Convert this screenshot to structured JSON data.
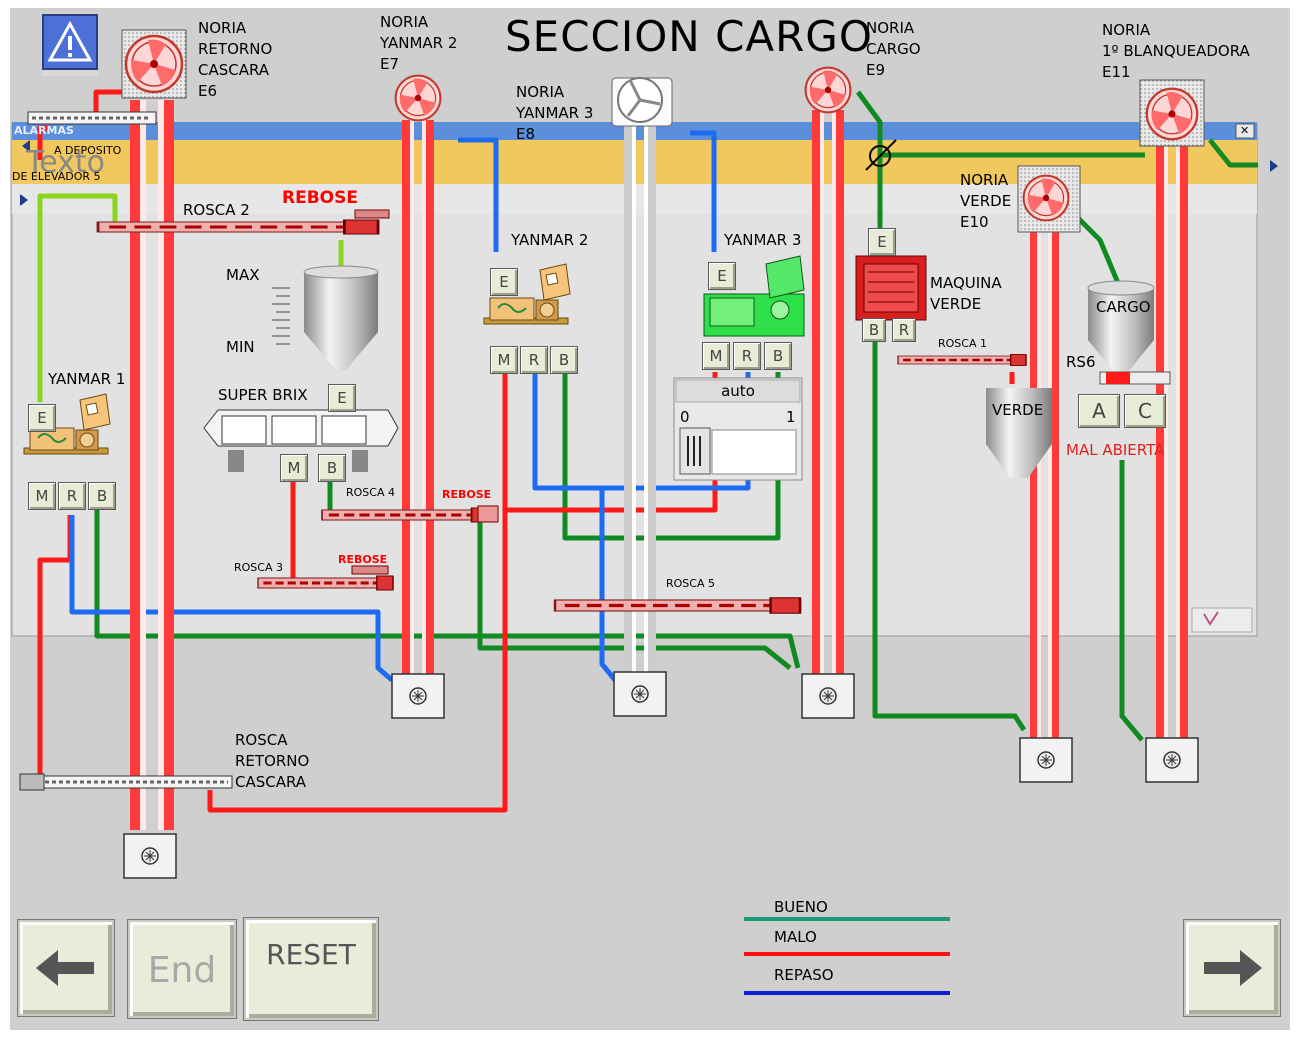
{
  "title": "SECCION CARGO",
  "norias": {
    "e6": [
      "NORIA",
      "RETORNO",
      "CASCARA",
      "E6"
    ],
    "e7": [
      "NORIA",
      "YANMAR 2",
      "E7"
    ],
    "e8": [
      "NORIA",
      "YANMAR 3",
      "E8"
    ],
    "e9": [
      "NORIA",
      "CARGO",
      "E9"
    ],
    "e11": [
      "NORIA",
      "1º BLANQUEADORA",
      "E11"
    ],
    "e10": [
      "NORIA",
      "VERDE",
      "E10"
    ]
  },
  "alarm_window": {
    "title": "ALARMAS",
    "row1_text": "A DEPOSITO",
    "overlay_text": "Texto",
    "row2_text": "DE ELEVADOR 5",
    "close_label": "✕"
  },
  "labels": {
    "rosca2": "ROSCA 2",
    "rebose_big": "REBOSE",
    "max": "MAX",
    "min": "MIN",
    "yanmar1": "YANMAR 1",
    "yanmar2": "YANMAR 2",
    "yanmar3": "YANMAR 3",
    "super_brix": "SUPER BRIX",
    "rosca4": "ROSCA 4",
    "rebose4": "REBOSE",
    "rosca3": "ROSCA 3",
    "rebose3": "REBOSE",
    "rosca5": "ROSCA 5",
    "rosca1": "ROSCA 1",
    "maquina_verde": [
      "MAQUINA",
      "VERDE"
    ],
    "verde": "VERDE",
    "cargo": "CARGO",
    "rs6": "RS6",
    "mal_abierta": "MAL ABIERTA",
    "rosca_retorno": [
      "ROSCA",
      "RETORNO",
      "CASCARA"
    ]
  },
  "keys": {
    "e": "E",
    "m": "M",
    "r": "R",
    "b": "B",
    "a": "A",
    "c": "C"
  },
  "auto_panel": {
    "label": "auto",
    "min_label": "0",
    "max_label": "1"
  },
  "legend": {
    "bueno": "BUENO",
    "malo": "MALO",
    "repaso": "REPASO"
  },
  "buttons": {
    "end": "End",
    "reset": "RESET"
  },
  "colors": {
    "bueno": "#1a9a7a",
    "malo": "#ff1111",
    "repaso": "#0b1fd0",
    "pipe_green": "#118a22",
    "pipe_red": "#ff1a1a",
    "pipe_blue": "#1e6af0",
    "pipe_lime": "#8cd41e",
    "panel_bg": "#d4d4d4",
    "alarm_header": "#5b8fdc",
    "alarm_band": "#f1c85d"
  },
  "icons": [
    "warning-icon",
    "arrow-left-icon",
    "arrow-right-icon",
    "fan-icon"
  ]
}
